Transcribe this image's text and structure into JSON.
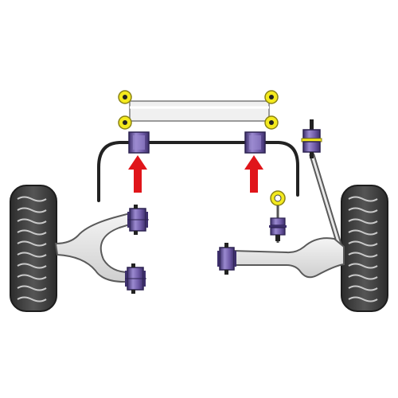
{
  "diagram": {
    "palette": {
      "background": "#ffffff",
      "tyre": "#3f3f3f",
      "tyre_tread": "#c9c9c9",
      "arm_fill": "#e4e4e4",
      "arm_stroke": "#5a5a5a",
      "bush_purple": "#6e5aa6",
      "bush_highlight": "#9b8ad0",
      "bush_dark": "#3d2f6b",
      "bush_yellow": "#f4ea1e",
      "arrow_red": "#e0151a",
      "sway_bar": "#222222",
      "crossmember": "#f0f0f0"
    },
    "components": [
      "left-tyre-icon",
      "right-tyre-icon",
      "crossmember",
      "anti-roll-bar",
      "left-wishbone-arm",
      "right-lower-arm",
      "drop-link",
      "strut-rod"
    ],
    "highlighted_parts": [
      "anti-roll-bar-bush-left",
      "anti-roll-bar-bush-right"
    ]
  }
}
